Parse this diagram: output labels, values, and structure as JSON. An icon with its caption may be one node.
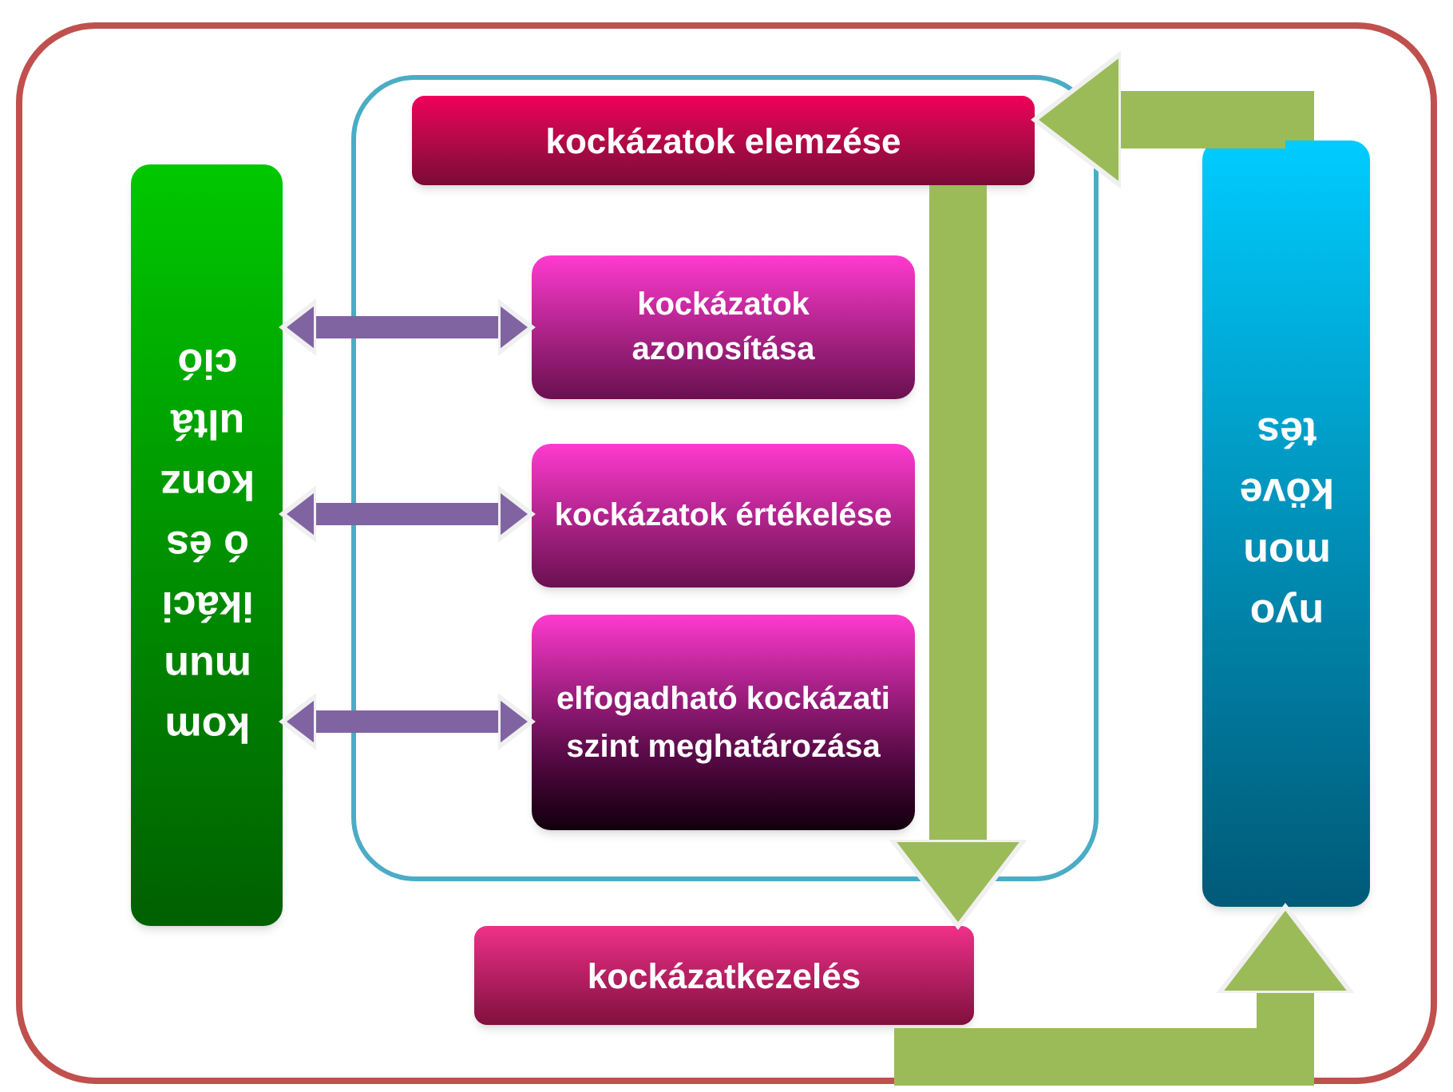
{
  "diagram": {
    "nodes": [
      {
        "text": [],
        "shape": "box"
      },
      {
        "text": [],
        "shape": "box",
        "in": 0
      },
      {
        "text": [
          "kockázatok elemzése"
        ],
        "in": 1
      },
      {
        "text": [
          "kockázatok azonosítása"
        ],
        "in": 1
      },
      {
        "text": [
          "kockázatok értékelése"
        ],
        "in": 1
      },
      {
        "text": [
          "elfogadható kockázati szint meghatározása"
        ],
        "in": 1
      },
      {
        "text": [
          "kom mun ikáci ó és konz ultá ció"
        ],
        "in": 0
      },
      {
        "text": [
          "nyo mon köve tés"
        ],
        "in": 0
      },
      {
        "text": [
          "kockázatkezelés"
        ],
        "in": 0
      }
    ],
    "edges": [
      {
        "from": 6,
        "to": 3,
        "arrow": "both",
        "color": "#8064a2"
      },
      {
        "from": 6,
        "to": 4,
        "arrow": "both",
        "color": "#8064a2"
      },
      {
        "from": 6,
        "to": 5,
        "arrow": "both",
        "color": "#8064a2"
      },
      {
        "from": 2,
        "to": 8,
        "arrow": "to",
        "style": "thick",
        "color": "#9bbb59"
      },
      {
        "from": null,
        "to": 7,
        "arrow": "to",
        "style": "thick",
        "color": "#9bbb59"
      },
      {
        "from": 7,
        "to": 2,
        "arrow": "to",
        "style": "thick",
        "color": "#9bbb59"
      }
    ]
  }
}
